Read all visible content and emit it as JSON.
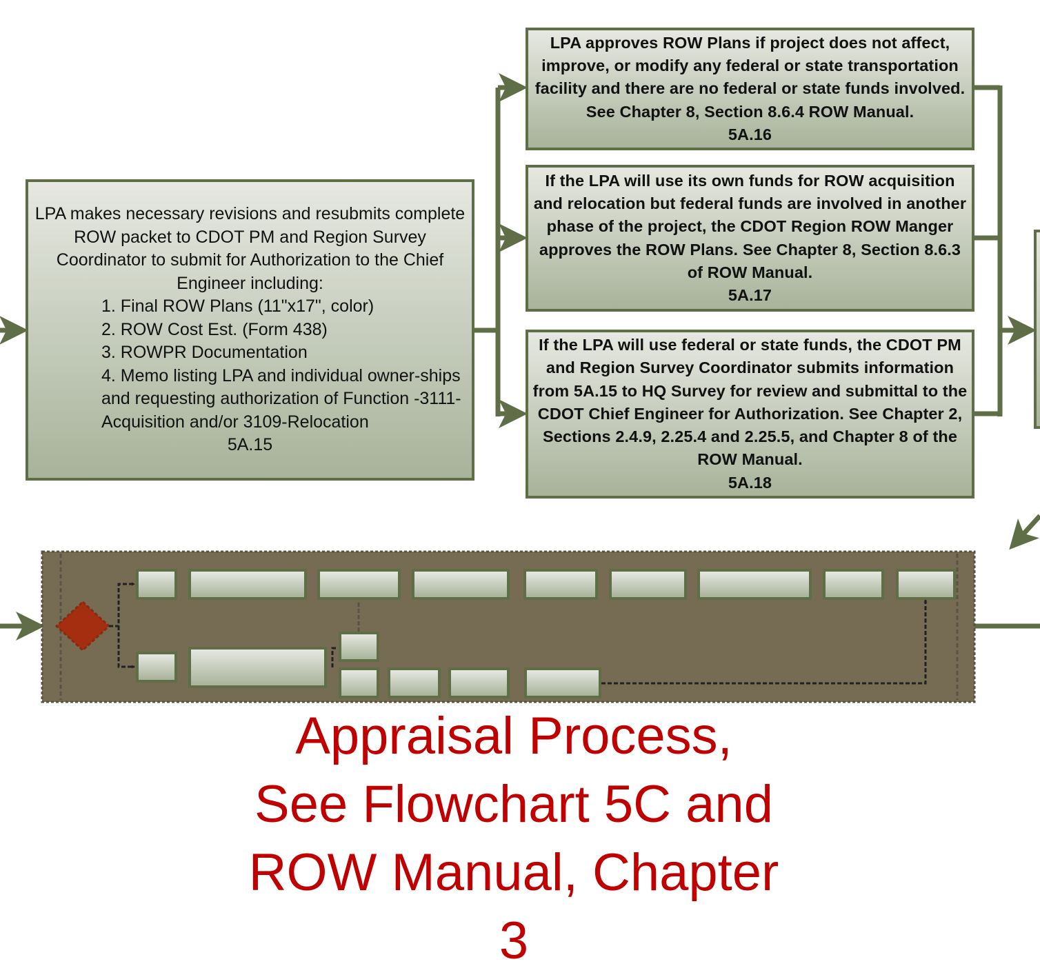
{
  "colors": {
    "connector": "#5f6e46",
    "box_border": "#5f6e46",
    "subprocess_bg": "#766c54",
    "decision": "#a52e10",
    "title": "#c00000"
  },
  "steps": {
    "s15": {
      "lines": [
        "LPA makes necessary revisions and resubmits complete ROW packet to CDOT PM and Region Survey Coordinator to submit for Authorization to the Chief Engineer including:"
      ],
      "list": [
        "1. Final ROW Plans (11\"x17\", color)",
        "2. ROW Cost Est. (Form 438)",
        "3. ROWPR Documentation",
        "4. Memo listing LPA and individual owner-ships and requesting authorization of Function -3111-Acquisition and/or 3109-Relocation"
      ],
      "id": "5A.15"
    },
    "s16": {
      "text": "LPA approves ROW Plans if project does not affect, improve, or modify any federal or state transportation facility and there are no federal or state funds involved.  See Chapter 8, Section 8.6.4 ROW Manual.",
      "id": "5A.16"
    },
    "s17": {
      "text": "If the LPA will use its own funds for ROW acquisition and relocation but federal funds are involved in another phase of the project, the CDOT Region ROW Manger approves the ROW Plans.  See Chapter 8, Section 8.6.3 of ROW Manual.",
      "id": "5A.17"
    },
    "s18": {
      "text": "If the LPA will use federal or state funds, the CDOT PM and Region Survey Coordinator submits information from 5A.15 to HQ Survey for review and submittal to the CDOT Chief Engineer for Authorization.  See Chapter 2, Sections 2.4.9, 2.25.4 and 2.25.5, and Chapter 8 of the ROW Manual.",
      "id": "5A.18"
    }
  },
  "subprocess": {
    "title_lines": [
      "Appraisal Process,",
      "See Flowchart 5C and",
      "ROW Manual, Chapter",
      "3"
    ]
  }
}
